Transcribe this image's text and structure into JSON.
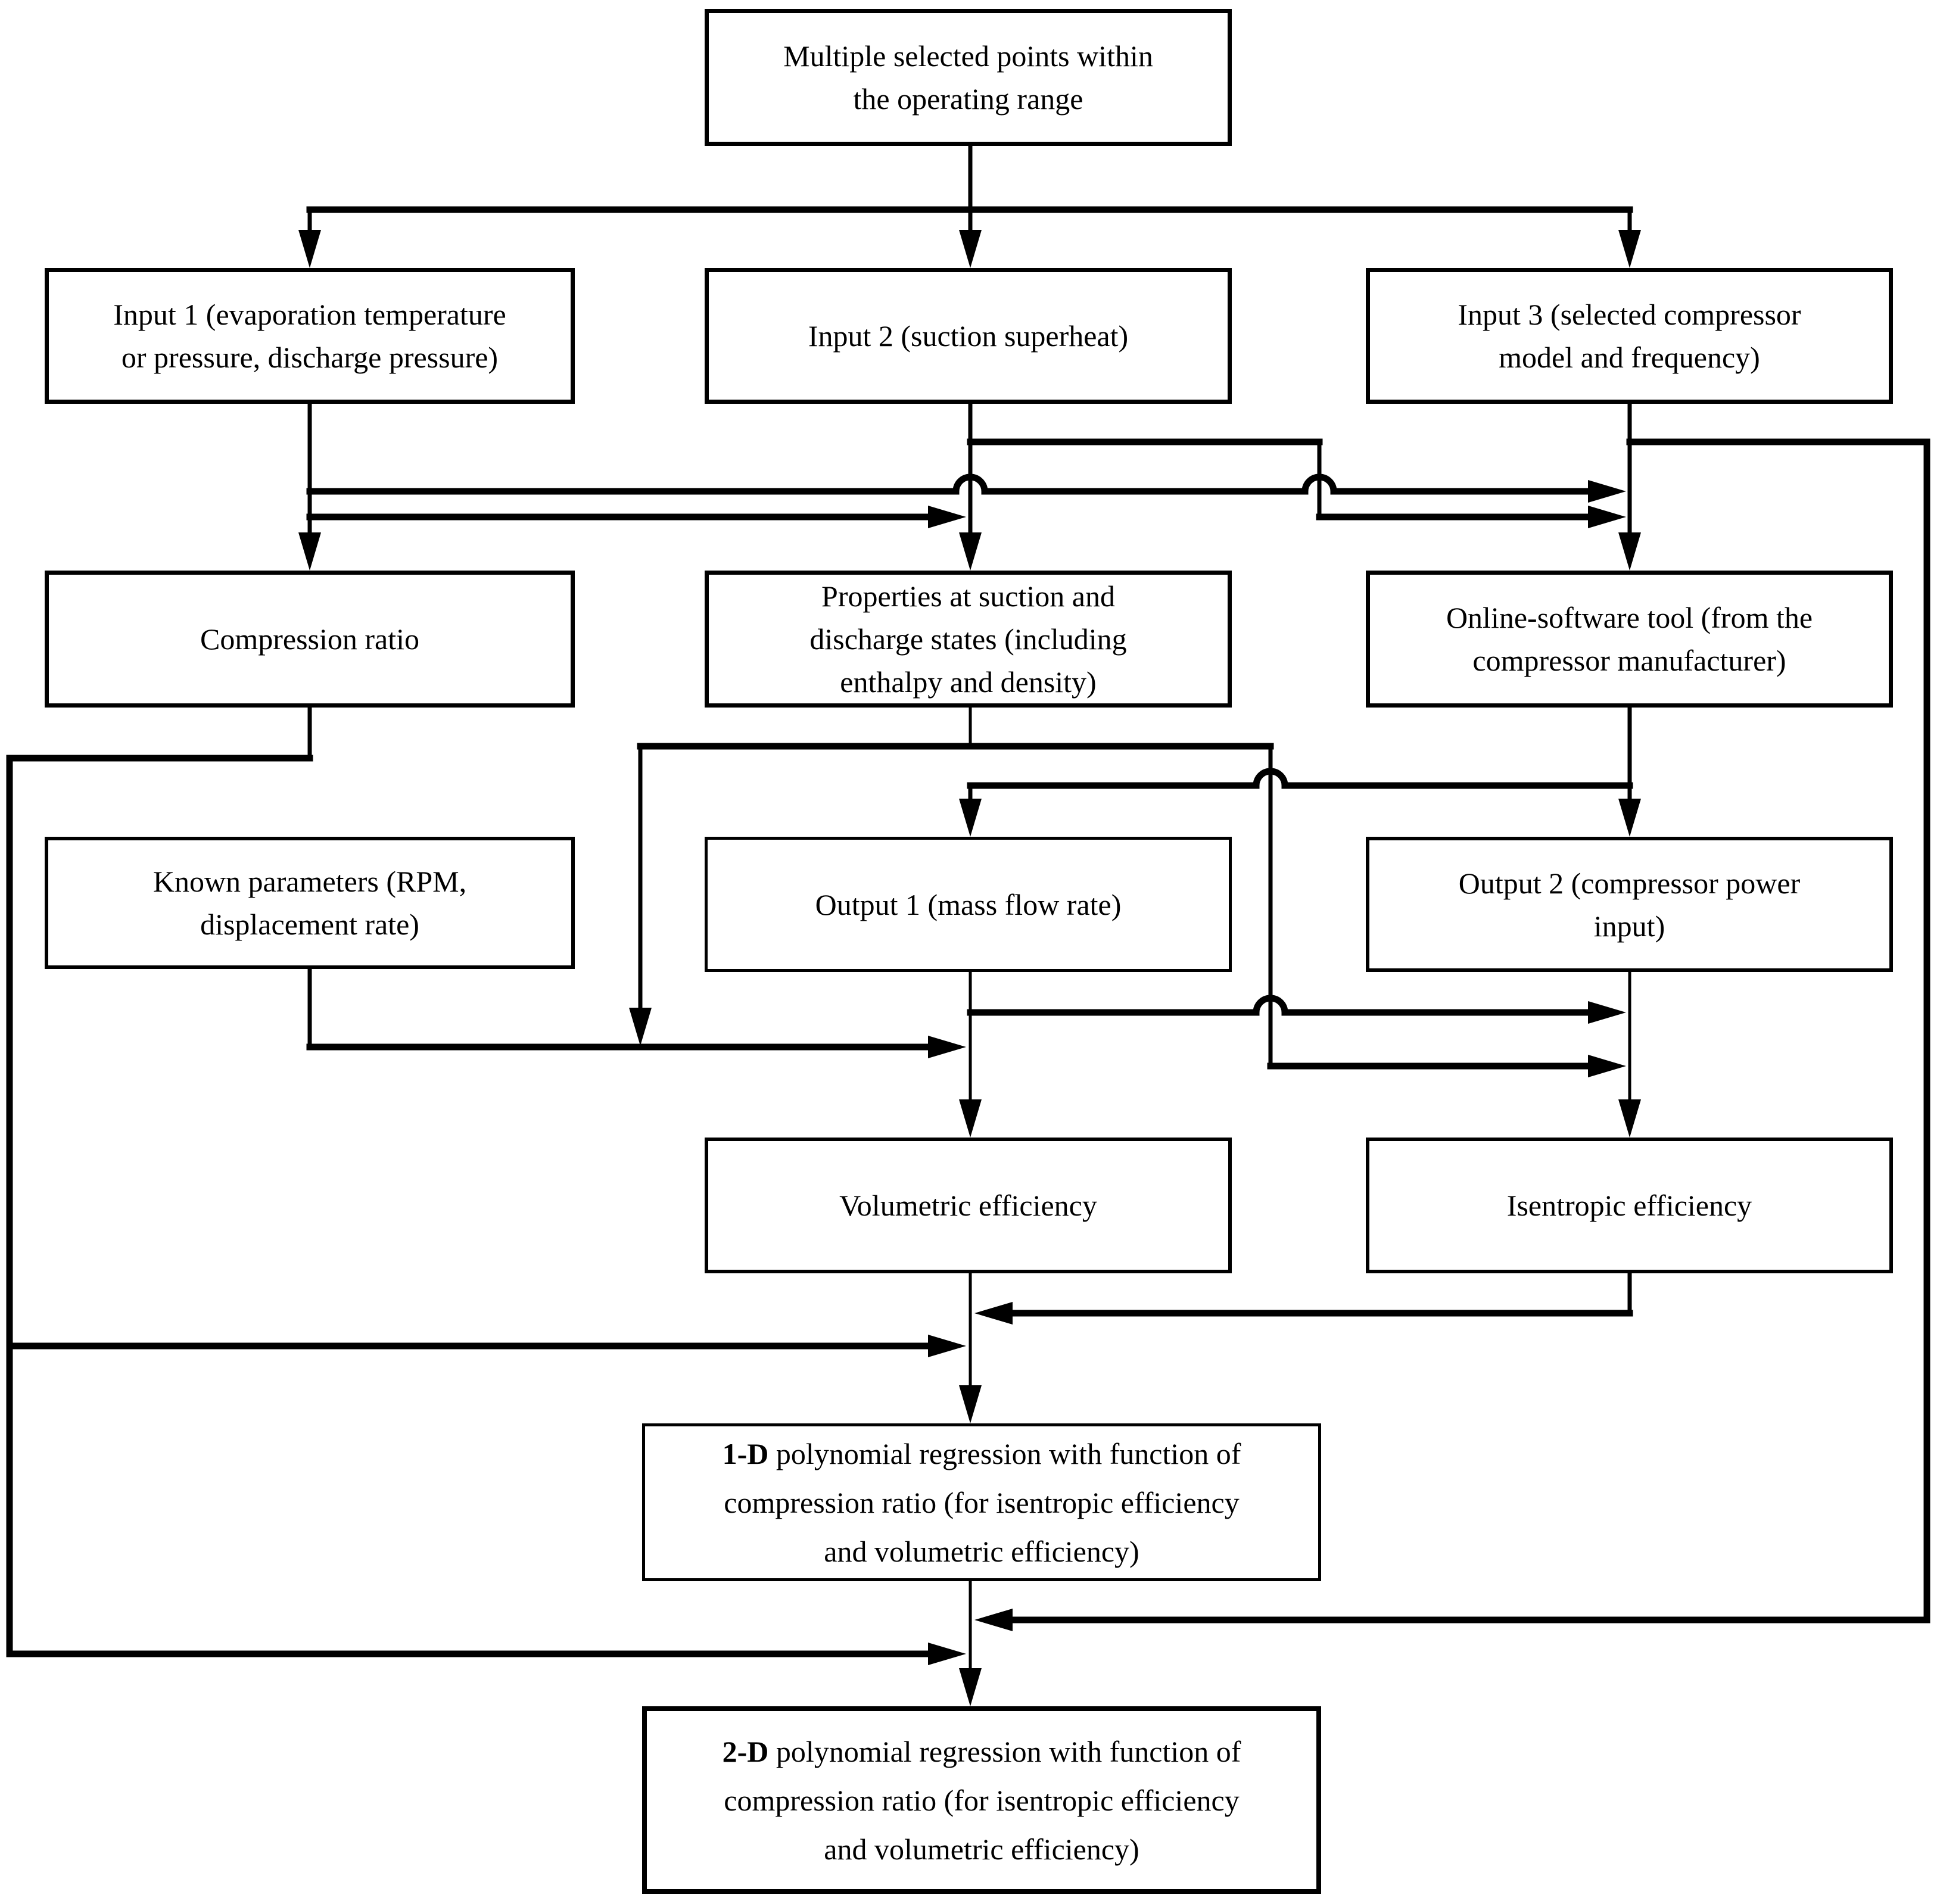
{
  "diagram": {
    "type": "flowchart",
    "colors": {
      "line": "#000000",
      "box_border": "#000000",
      "box_fill": "#ffffff",
      "background": "#ffffff"
    },
    "nodes": {
      "start": {
        "lines": [
          "Multiple selected points within",
          "the operating range"
        ]
      },
      "input1": {
        "lines": [
          "Input 1 (evaporation temperature",
          "or pressure, discharge pressure)"
        ]
      },
      "input2": {
        "lines": [
          "Input 2 (suction superheat)"
        ]
      },
      "input3": {
        "lines": [
          "Input 3 (selected compressor",
          "model and frequency)"
        ]
      },
      "compression_ratio": {
        "lines": [
          "Compression ratio"
        ]
      },
      "properties": {
        "lines": [
          "Properties at suction and",
          "discharge states (including",
          "enthalpy and density)"
        ]
      },
      "online_tool": {
        "lines": [
          "Online-software tool (from the",
          "compressor manufacturer)"
        ]
      },
      "known_params": {
        "lines": [
          "Known parameters (RPM,",
          "displacement rate)"
        ]
      },
      "output1": {
        "lines": [
          "Output 1 (mass flow rate)"
        ]
      },
      "output2": {
        "lines": [
          "Output 2 (compressor power",
          "input)"
        ]
      },
      "volumetric_eff": {
        "lines": [
          "Volumetric efficiency"
        ]
      },
      "isentropic_eff": {
        "lines": [
          "Isentropic efficiency"
        ]
      },
      "regression_1d": {
        "bold": "1-D",
        "lines": [
          " polynomial regression with function of",
          "compression ratio (for isentropic efficiency",
          "and volumetric efficiency)"
        ]
      },
      "regression_2d": {
        "bold": "2-D",
        "lines": [
          " polynomial regression with function of",
          "compression ratio (for isentropic efficiency",
          "and volumetric efficiency)"
        ]
      }
    },
    "edges": [
      {
        "from": "start",
        "to": "input1"
      },
      {
        "from": "start",
        "to": "input2"
      },
      {
        "from": "start",
        "to": "input3"
      },
      {
        "from": "input1",
        "to": "compression_ratio"
      },
      {
        "from": "input1",
        "to": "properties"
      },
      {
        "from": "input1",
        "to": "online_tool"
      },
      {
        "from": "input2",
        "to": "properties"
      },
      {
        "from": "input2",
        "to": "online_tool"
      },
      {
        "from": "input3",
        "to": "online_tool"
      },
      {
        "from": "input3",
        "to": "regression_2d"
      },
      {
        "from": "compression_ratio",
        "to": "regression_1d"
      },
      {
        "from": "compression_ratio",
        "to": "regression_2d"
      },
      {
        "from": "properties",
        "to": "volumetric_eff"
      },
      {
        "from": "properties",
        "to": "isentropic_eff"
      },
      {
        "from": "online_tool",
        "to": "output1"
      },
      {
        "from": "online_tool",
        "to": "output2"
      },
      {
        "from": "known_params",
        "to": "volumetric_eff"
      },
      {
        "from": "output1",
        "to": "volumetric_eff"
      },
      {
        "from": "output1",
        "to": "isentropic_eff"
      },
      {
        "from": "output2",
        "to": "isentropic_eff"
      },
      {
        "from": "volumetric_eff",
        "to": "regression_1d"
      },
      {
        "from": "isentropic_eff",
        "to": "regression_1d"
      },
      {
        "from": "regression_1d",
        "to": "regression_2d"
      }
    ]
  }
}
